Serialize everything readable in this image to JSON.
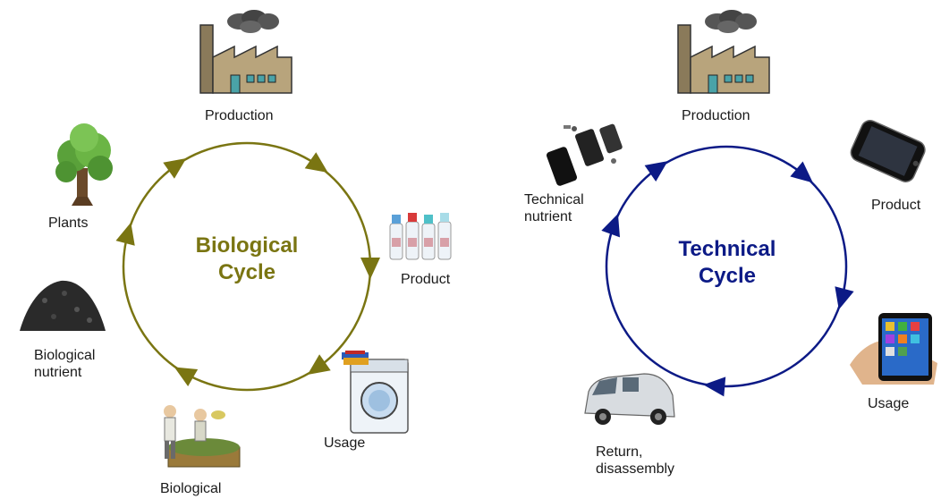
{
  "colors": {
    "biological": "#7a7512",
    "technical": "#0c1a86"
  },
  "biological_cycle": {
    "title": "Biological\nCycle",
    "stages": {
      "production": "Production",
      "product": "Product",
      "usage": "Usage",
      "biological": "Biological",
      "biological_nutrient": "Biological\nnutrient",
      "plants": "Plants"
    }
  },
  "technical_cycle": {
    "title": "Technical\nCycle",
    "stages": {
      "production": "Production",
      "product": "Product",
      "usage": "Usage",
      "return_disassembly": "Return,\ndisassembly",
      "technical_nutrient": "Technical\nnutrient"
    }
  },
  "icons": [
    "factory-icon",
    "tree-icon",
    "soil-pile-icon",
    "composting-people-icon",
    "washing-machine-icon",
    "detergent-bottles-icon",
    "smartphone-icon",
    "phone-in-hand-icon",
    "van-icon",
    "disassembled-phone-icon"
  ]
}
